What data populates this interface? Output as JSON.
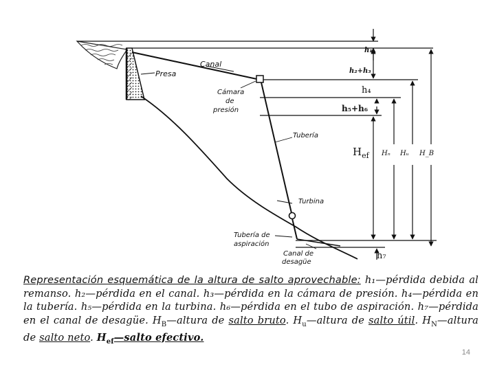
{
  "diagram": {
    "labels": {
      "canal": "Canal",
      "presa": "Presa",
      "camara_1": "Cámara",
      "camara_2": "de",
      "camara_3": "presión",
      "tuberia": "Tubería",
      "turbina": "Turbina",
      "aspiracion_1": "Tubería de",
      "aspiracion_2": "aspiración",
      "desague_1": "Canal de",
      "desague_2": "desagüe"
    },
    "heights": {
      "h1": "h₁",
      "h2h3": "h₂+h₃",
      "h4": "h₄",
      "h5h6": "h₅+h₆",
      "h7": "h₇",
      "hef_main": "H",
      "hef_sub": "ef",
      "hn": "Hₙ",
      "hu": "Hᵤ",
      "hb": "H_B"
    }
  },
  "caption": {
    "title": "Representación esquemática de la altura de salto aprovechable:",
    "h1": "h₁—pérdida debida al remanso.",
    "h2": "h₂—pérdida en el canal.",
    "h3": "h₃—pérdida en la cámara de presión.",
    "h4": "h₄—pérdida en la tubería.",
    "h5": "h₅—pérdida en la turbina.",
    "h6": "h₆—pérdida en el tubo de aspiración.",
    "h7": "h₇—pérdida en el canal de desagüe.",
    "hb_sym": "H",
    "hb_sub": "B",
    "hb_text_a": "—altura de",
    "hb_text_b": "salto bruto",
    "hu_sym": "H",
    "hu_sub": "u",
    "hu_text_a": "—altura de",
    "hu_text_b": "salto útil",
    "hn_sym": "H",
    "hn_sub": "N",
    "hn_text_a": "—altura de",
    "hn_text_b": "salto neto",
    "hef_sym": "H",
    "hef_sub": "ef",
    "hef_text": "—salto efectivo."
  },
  "page_number": "14"
}
